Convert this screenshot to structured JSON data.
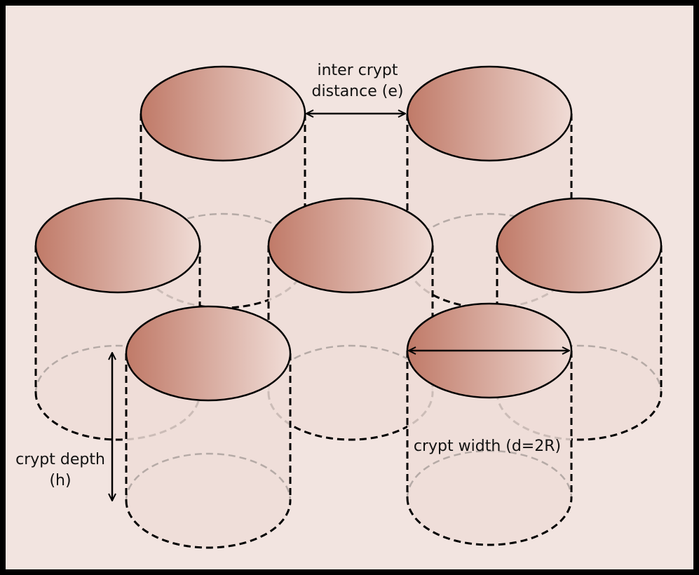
{
  "colors": {
    "background": "#f2e4e0",
    "frame": "#000000",
    "crypt_top_dark": "#c07a68",
    "crypt_top_light": "#f0dcd6",
    "crypt_body": "#eeddd7",
    "hidden_edge": "#b5aaa6",
    "outline": "#000000"
  },
  "labels": {
    "inter_crypt_distance": {
      "line1": "inter crypt",
      "line2": "distance (e)"
    },
    "crypt_depth": {
      "line1": "crypt depth",
      "line2": "(h)"
    },
    "crypt_width": "crypt width (d=2R)"
  },
  "crypts": {
    "count": 7,
    "shape": "cylinder"
  }
}
